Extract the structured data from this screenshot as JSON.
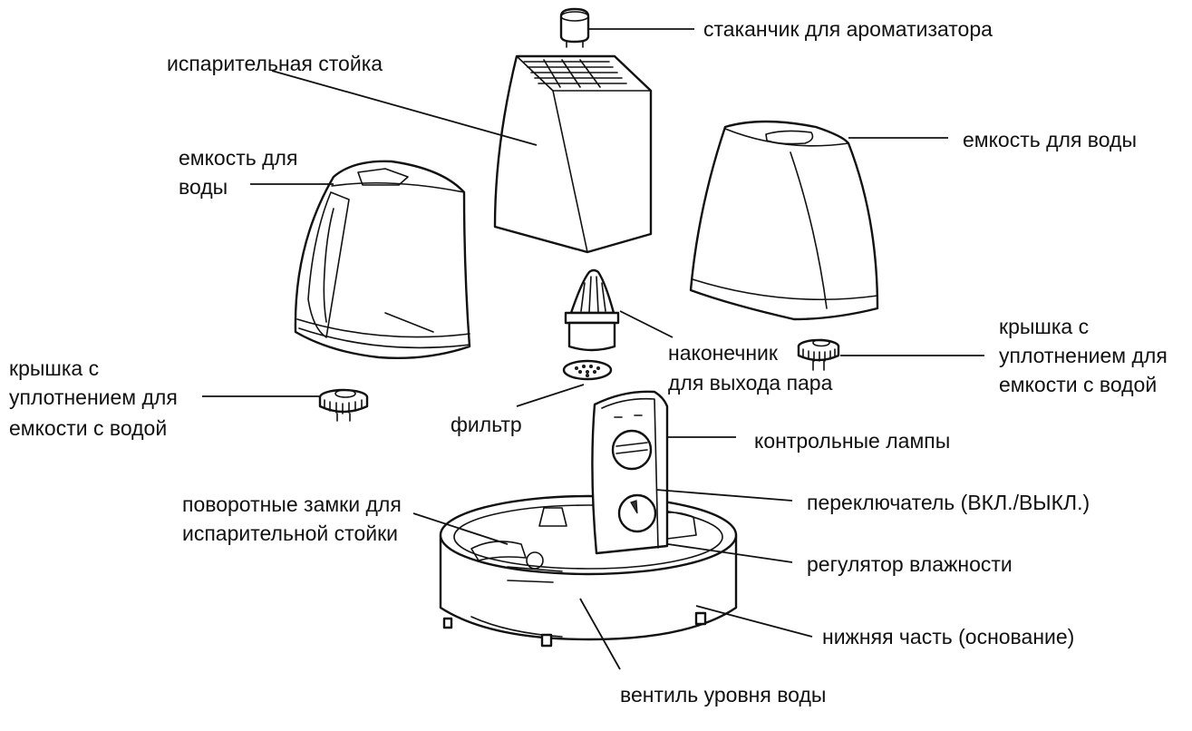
{
  "labels": {
    "aroma_cup": "стаканчик для ароматизатора",
    "evaporator_stand": "испарительная стойка",
    "water_tank_left_1": "емкость для",
    "water_tank_left_2": "воды",
    "water_tank_right": "емкость для воды",
    "cap_right_1": "крышка с",
    "cap_right_2": "уплотнением для",
    "cap_right_3": "емкости с водой",
    "cap_left_1": "крышка с",
    "cap_left_2": "уплотнением для",
    "cap_left_3": "емкости с водой",
    "nozzle_1": "наконечник",
    "nozzle_2": "для выхода пара",
    "filter": "фильтр",
    "control_lamps": "контрольные лампы",
    "switch": "переключатель (ВКЛ./ВЫКЛ.)",
    "locks_1": "поворотные замки для",
    "locks_2": "испарительной стойки",
    "humidity_regulator": "регулятор влажности",
    "base": "нижняя часть (основание)",
    "water_valve": "вентиль уровня воды"
  }
}
